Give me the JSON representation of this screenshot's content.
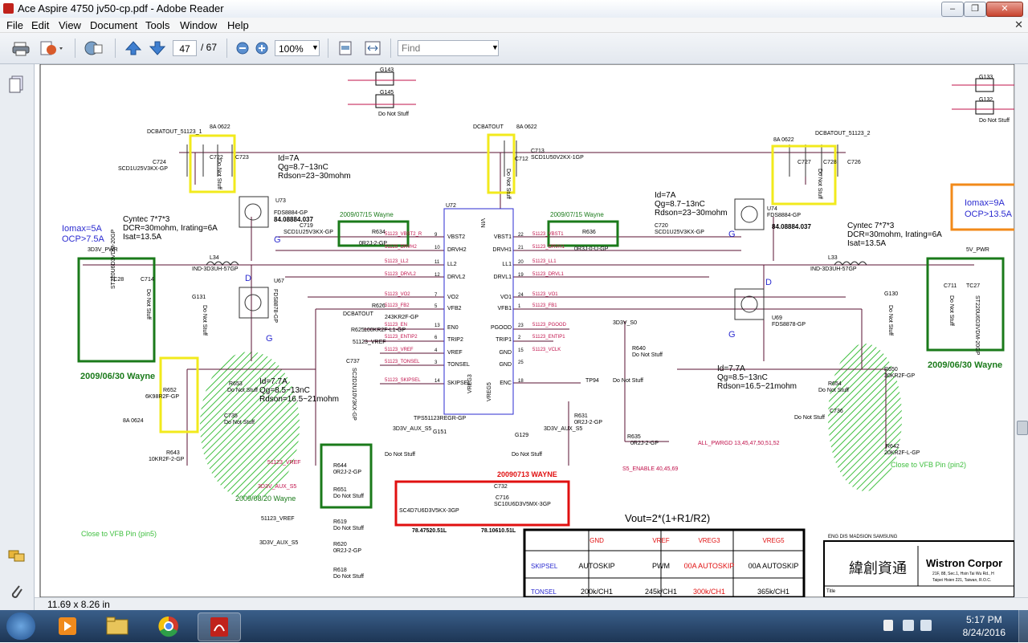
{
  "window": {
    "title": "Ace Aspire 4750 jv50-cp.pdf - Adobe Reader",
    "minimize": "–",
    "restore": "❐",
    "close": "✕"
  },
  "menu": [
    "File",
    "Edit",
    "View",
    "Document",
    "Tools",
    "Window",
    "Help"
  ],
  "menu_close": "✕",
  "toolbar": {
    "page_current": "47",
    "page_total": "/ 67",
    "zoom": "100%",
    "find_placeholder": "Find"
  },
  "status": {
    "page_size": "11.69 x 8.26 in"
  },
  "taskbar": {
    "time": "5:17 PM",
    "date": "8/24/2016"
  },
  "colors": {
    "green_box": "#1a7a1a",
    "yellow_box": "#f2ea1c",
    "red_box": "#e01010",
    "orange_box": "#f28a1a",
    "net_label": "#c0104a",
    "hatch": "#3fbf3f"
  },
  "schematic": {
    "top_left_g": [
      "G143",
      "G145"
    ],
    "top_right_g": [
      "G133",
      "G132"
    ],
    "dns": "Do Not Stuff",
    "dcbatout_l": "DCBATOUT_51123_1",
    "dcbatout_m": "DCBATOUT",
    "dcbatout_r": "DCBATOUT_51123_2",
    "amp_l": "8A  0622",
    "amp_m": "8A  0622",
    "amp_r": "8A  0622",
    "c724": "C724",
    "c724_part": "SCD1U25V3KX-GP",
    "c722": "C722",
    "c723": "C723",
    "c712": "C712",
    "c713": "C713",
    "c713_part": "SCD1U50V2KX-1GP",
    "c727": "C727",
    "c728": "C728",
    "c726": "C726",
    "id_l": [
      "Id=7A",
      "Qg=8.7~13nC",
      "Rdson=23~30mohm"
    ],
    "id_r": [
      "Id=7A",
      "Qg=8.7~13nC",
      "Rdson=23~30mohm"
    ],
    "id_l2": [
      "Id=7.7A",
      "Qg=8.5~13nC",
      "Rdson=16.5~21mohm"
    ],
    "id_r2": [
      "Id=7.7A",
      "Qg=8.5~13nC",
      "Rdson=16.5~21mohm"
    ],
    "u73": "U73",
    "u73_part": "FDS8884-GP",
    "u73_num": "84.08884.037",
    "u74": "U74",
    "u74_part": "FDS8884-GP",
    "u74_num": "84.08884.037",
    "u67": "U67",
    "u67_part": "FDS8878-GP",
    "u69": "U69",
    "u69_part": "FDS8878-GP",
    "wayne_date1": "2009/07/15 Wayne",
    "wayne_date2": "2009/07/15 Wayne",
    "wayne_l": "2009/06/30 Wayne",
    "wayne_r": "2009/06/30 Wayne",
    "wayne_b": "2009/08/20 Wayne",
    "wayne_red": "20090713 WAYNE",
    "iomax_l": "Iomax=5A",
    "ocp_l": "OCP>7.5A",
    "iomax_r": "Iomax=9A",
    "ocp_r": "OCP>13.5A",
    "cyntec_l": [
      "Cyntec 7*7*3",
      "DCR=30mohm, Irating=6A",
      "Isat=13.5A"
    ],
    "cyntec_r": [
      "Cyntec 7*7*3",
      "DCR=30mohm, Irating=6A",
      "Isat=13.5A"
    ],
    "l34": "L34",
    "l34_part": "IND-3D3UH-57GP",
    "l33": "L33",
    "l33_part": "IND-3D3UH-57GP",
    "pwr_l": "3D3V_PWR",
    "pwr_r": "5V_PWR",
    "r634": "R634",
    "r634_part": "0R2J-2-GP",
    "r636": "R636",
    "r636_part": "0R3J-0-U-GP",
    "c719": "C719",
    "c719_part": "SCD1U25V3KX-GP",
    "c720": "C720",
    "c720_part": "SCD1U25V3KX-GP",
    "u72": "U72",
    "u72_part": "TPS51123REGR-GP",
    "pins_l": [
      "VBST2",
      "DRVH2",
      "LL2",
      "DRVL2",
      "VO2",
      "VFB2",
      "EN0",
      "TRIP2",
      "VREF",
      "TONSEL",
      "SKIPSEL"
    ],
    "pins_l_num": [
      "9",
      "10",
      "11",
      "12",
      "7",
      "5",
      "13",
      "6",
      "4",
      "3",
      "14"
    ],
    "pins_r": [
      "VBST1",
      "DRVH1",
      "LL1",
      "DRVL1",
      "VO1",
      "VFB1",
      "PGOOD",
      "TRIP1",
      "GND",
      "GND",
      "ENC"
    ],
    "pins_r_num": [
      "22",
      "21",
      "20",
      "19",
      "24",
      "1",
      "23",
      "2",
      "15",
      "25",
      "18"
    ],
    "pin_vin": "VIN",
    "pin_vreg3": "VREG3",
    "pin_vreg5": "VREG5",
    "nets_l": [
      "51123_VBST2_R",
      "51123_DRVH2",
      "51123_LL2",
      "51123_DRVL2",
      "51123_VO2",
      "51123_FB2",
      "51123_EN",
      "51123_ENTIP2",
      "51123_VREF",
      "51123_TONSEL",
      "51123_SKIPSEL"
    ],
    "nets_r": [
      "51123_VBST1",
      "51123_DRVH1",
      "51123_LL1",
      "51123_DRVL1",
      "51123_VO1",
      "51123_FB1",
      "51123_PGOOD",
      "51123_ENTIP1",
      "51123_VCLK"
    ],
    "r626": "R626",
    "r626_part": "243KR2F-GP",
    "r625": "R625",
    "r625_part": "100KR2F-L1-GP",
    "c737": "C737",
    "c737_part": "SC2D2U10V3KX-GP",
    "vref_l": "51123_VREF",
    "tc28": "TC28",
    "tc28_part": "ST220U6D3VDM-20GP",
    "c714": "C714",
    "tc27": "TC27",
    "tc27_part": "ST220U6D3VDM-20GP",
    "c711": "C711",
    "g131": "G131",
    "g130": "G130",
    "r652": "R652",
    "r652_part": "6K98R2F-GP",
    "r653": "R653",
    "c735": "C735",
    "r643": "R643",
    "r643_part": "10KR2F-2-GP",
    "amp_b": "8A  0624",
    "close_l": "Close to VFB Pin (pin5)",
    "close_r": "Close to VFB Pin (pin2)",
    "r644": "R644",
    "r644_part": "0R2J-2-GP",
    "r651": "R651",
    "net_vref2": "51123_VREF",
    "net_aux": "3D3V_AUX_S5",
    "r619": "R619",
    "r620": "R620",
    "r620_part": "0R2J-2-GP",
    "r618": "R618",
    "net_vrefb": "51123_VREF",
    "net_auxb": "3D3V_AUX_S5",
    "g151": "G151",
    "g129": "G129",
    "aux_l": "3D3V_AUX_S5",
    "aux_r": "3D3V_AUX_S5",
    "c732": "C732",
    "c732_part": "SC4D7U6D3V5KX-3GP",
    "c732_num": "78.47520.51L",
    "c716": "C716",
    "c716_part": "SC10U6D3V5MX-3GP",
    "c716_num": "78.10610.51L",
    "tp94": "TP94",
    "r631": "R631",
    "r631_part": "0R2J-2-GP",
    "s0": "3D3V_S0",
    "r640": "R640",
    "r635": "R635",
    "r635_part": "0R2J-2-GP",
    "all_pwrgd": "ALL_PWRGD  13,45,47,50,51,52",
    "s5_enable": "S5_ENABLE  40,45,69",
    "r654": "R654",
    "r650": "R650",
    "r650_part": "30KR2F-GP",
    "c736": "C736",
    "r642": "R642",
    "r642_part": "20KR2F-L-GP",
    "vout": "Vout=2*(1+R1/R2)",
    "tbl_head": [
      "GND",
      "VREF",
      "VREG3",
      "VREG5"
    ],
    "tbl_rows": [
      {
        "name": "SKIPSEL",
        "vals": [
          "AUTOSKIP",
          "PWM",
          "00A AUTOSKIP",
          "00A AUTOSKIP"
        ]
      },
      {
        "name": "TONSEL",
        "vals": [
          "200k/CH1",
          "245k/CH1",
          "300k/CH1",
          "365k/CH1"
        ]
      }
    ],
    "tb_top": "ENG DIS MADSION SAMSUNG",
    "tb_company": "Wistron Corpor",
    "tb_chinese": "緯創資通",
    "tb_addr": [
      "21F, 88, Sec.1, Hsin Tai Wu Rd., H",
      "Taipei Hsien 221, Taiwan, R.O.C."
    ],
    "tb_title": "Title"
  }
}
